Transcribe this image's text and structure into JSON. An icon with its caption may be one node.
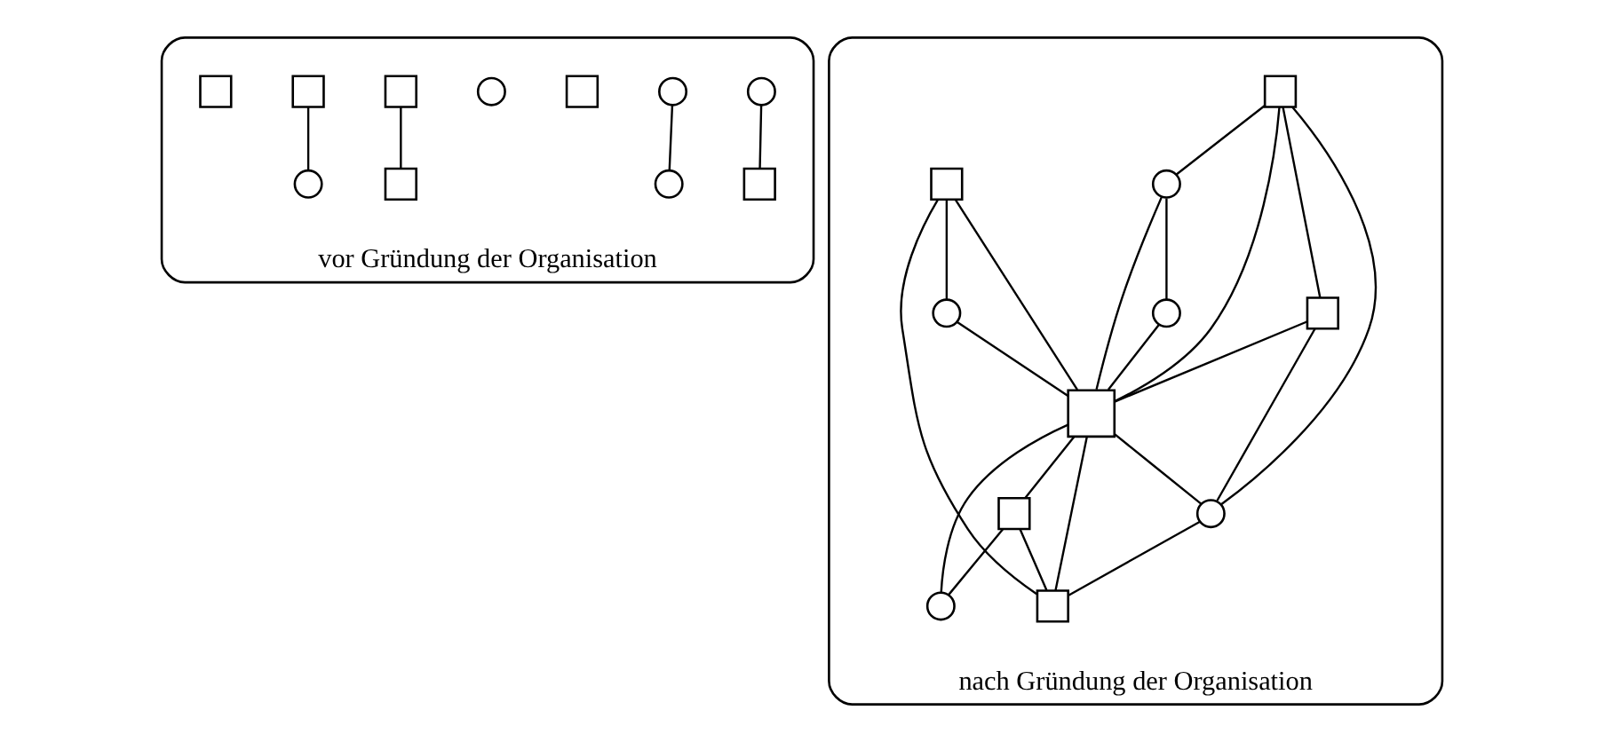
{
  "diagram": {
    "nodes": [
      {
        "text": [
          "vor Gründung der Organisation"
        ]
      },
      {
        "text": [],
        "shape": "box",
        "in": 0
      },
      {
        "text": [],
        "shape": "circle",
        "in": 0
      },
      {
        "text": [],
        "shape": "circle",
        "in": 0
      },
      {
        "text": [],
        "shape": "box",
        "in": 0
      },
      {
        "text": [],
        "shape": "box",
        "in": 0
      },
      {
        "text": [],
        "shape": "circle",
        "in": 0
      },
      {
        "text": [],
        "shape": "box",
        "in": 0
      },
      {
        "text": [],
        "shape": "circle",
        "in": 0
      },
      {
        "text": [],
        "shape": "box",
        "in": 0
      },
      {
        "text": [],
        "shape": "box",
        "in": 0
      },
      {
        "text": [],
        "shape": "circle",
        "in": 0
      },
      {
        "text": [
          "nach Gründung der Organisation"
        ]
      },
      {
        "text": [],
        "shape": "box",
        "in": 12
      },
      {
        "text": [],
        "shape": "box",
        "in": 12
      },
      {
        "text": [],
        "shape": "circle",
        "in": 12
      },
      {
        "text": [],
        "shape": "circle",
        "in": 12
      },
      {
        "text": [],
        "shape": "circle",
        "in": 12
      },
      {
        "text": [],
        "shape": "box",
        "in": 12
      },
      {
        "text": [],
        "shape": "box",
        "in": 12
      },
      {
        "text": [],
        "shape": "box",
        "in": 12
      },
      {
        "text": [],
        "shape": "circle",
        "in": 12
      },
      {
        "text": [],
        "shape": "circle",
        "in": 12
      },
      {
        "text": [],
        "shape": "box",
        "in": 12
      }
    ],
    "edges": [
      {
        "from": 2,
        "to": 1,
        "arrow": "none"
      },
      {
        "from": 3,
        "to": 8,
        "arrow": "none"
      },
      {
        "from": 7,
        "to": 4,
        "arrow": "none"
      },
      {
        "from": 9,
        "to": 11,
        "arrow": "none"
      },
      {
        "from": 14,
        "to": 15,
        "arrow": "none"
      },
      {
        "from": 14,
        "to": 18,
        "arrow": "none"
      },
      {
        "from": 14,
        "to": 19,
        "arrow": "none"
      },
      {
        "from": 14,
        "to": 22,
        "arrow": "none"
      },
      {
        "from": 15,
        "to": 17,
        "arrow": "none"
      },
      {
        "from": 15,
        "to": 18,
        "arrow": "none"
      },
      {
        "from": 13,
        "to": 18,
        "arrow": "none"
      },
      {
        "from": 13,
        "to": 23,
        "arrow": "none"
      },
      {
        "from": 13,
        "to": 16,
        "arrow": "none"
      },
      {
        "from": 16,
        "to": 18,
        "arrow": "none"
      },
      {
        "from": 17,
        "to": 18,
        "arrow": "none"
      },
      {
        "from": 19,
        "to": 18,
        "arrow": "none"
      },
      {
        "from": 19,
        "to": 22,
        "arrow": "none"
      },
      {
        "from": 18,
        "to": 20,
        "arrow": "none"
      },
      {
        "from": 18,
        "to": 22,
        "arrow": "none"
      },
      {
        "from": 18,
        "to": 23,
        "arrow": "none"
      },
      {
        "from": 18,
        "to": 21,
        "arrow": "none"
      },
      {
        "from": 20,
        "to": 21,
        "arrow": "none"
      },
      {
        "from": 20,
        "to": 23,
        "arrow": "none"
      },
      {
        "from": 22,
        "to": 23,
        "arrow": "none"
      }
    ]
  }
}
